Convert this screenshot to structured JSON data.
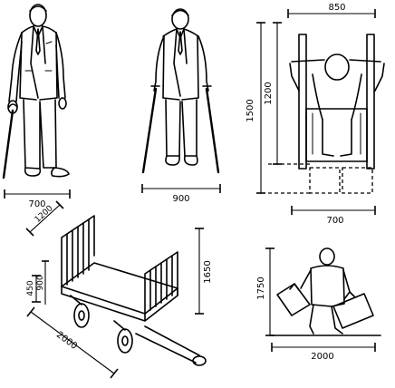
{
  "dimensions": {
    "man_cane_width": "700",
    "man_crutches_width": "900",
    "wheelchair_width_top": "850",
    "wheelchair_height_outer": "1500",
    "wheelchair_height_inner": "1200",
    "wheelchair_depth": "700",
    "cart_width": "1200",
    "cart_height_a": "450",
    "cart_height_b": "900",
    "cart_handle_height": "1650",
    "cart_length": "2000",
    "suitcases_height": "1750",
    "suitcases_width": "2000"
  }
}
